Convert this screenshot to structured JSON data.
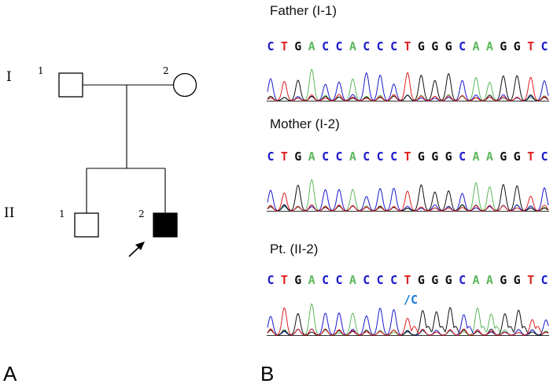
{
  "panel_a": {
    "label": "A",
    "generations": [
      {
        "roman": "I",
        "members": [
          {
            "num": "1",
            "sex": "male",
            "affected": false
          },
          {
            "num": "2",
            "sex": "female",
            "affected": false
          }
        ]
      },
      {
        "roman": "II",
        "members": [
          {
            "num": "1",
            "sex": "male",
            "affected": false
          },
          {
            "num": "2",
            "sex": "male",
            "affected": true,
            "proband": true
          }
        ]
      }
    ]
  },
  "panel_b": {
    "label": "B",
    "base_colors": {
      "A": "#5cb85c",
      "C": "#1a1acc",
      "G": "#111111",
      "T": "#e02020"
    },
    "insertion_color": "#1a7ed8",
    "traces": [
      {
        "title": "Father (I-1)",
        "sequence": "CTGACCACCCTGGGCAAGGTC"
      },
      {
        "title": "Mother (I-2)",
        "sequence": "CTGACCACCCTGGGCAAGGTC"
      },
      {
        "title": "Pt. (II-2)",
        "sequence": "CTGACCACCCTGGGCAAGGTC",
        "insertion_label": "/C"
      }
    ]
  }
}
